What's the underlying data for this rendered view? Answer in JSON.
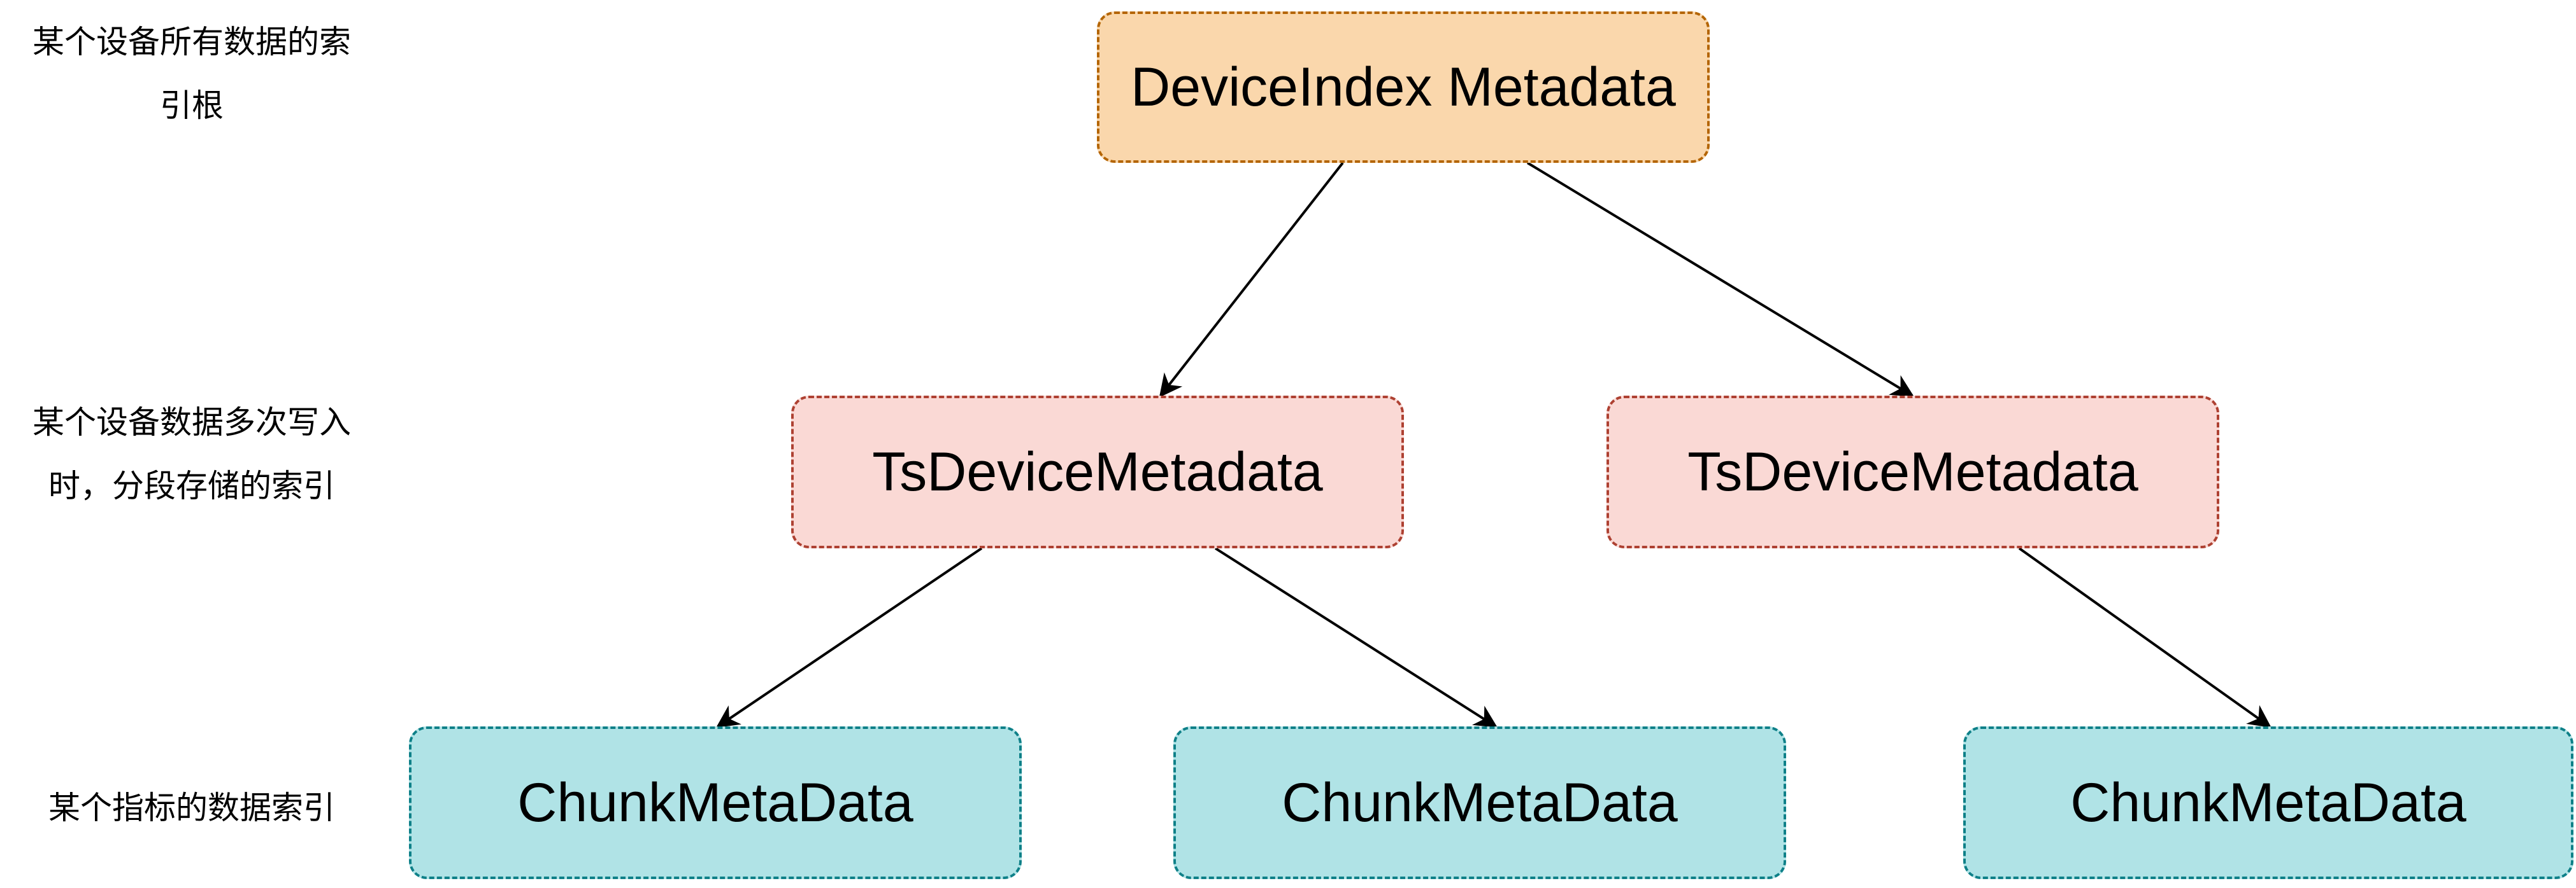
{
  "labels": {
    "root": "某个设备所有数据的索\n引根",
    "middle": "某个设备数据多次写入\n时，分段存储的索引",
    "leaf": "某个指标的数据索引"
  },
  "nodes": {
    "root": "DeviceIndex Metadata",
    "ts_left": "TsDeviceMetadata",
    "ts_right": "TsDeviceMetadata",
    "chunk_1": "ChunkMetaData",
    "chunk_2": "ChunkMetaData",
    "chunk_3": "ChunkMetaData"
  },
  "colors": {
    "root_fill": "#fad7ac",
    "root_border": "#b46504",
    "ts_fill": "#fad9d5",
    "ts_border": "#ae4132",
    "chunk_fill": "#b0e3e6",
    "chunk_border": "#0e8088",
    "edge": "#000000"
  }
}
